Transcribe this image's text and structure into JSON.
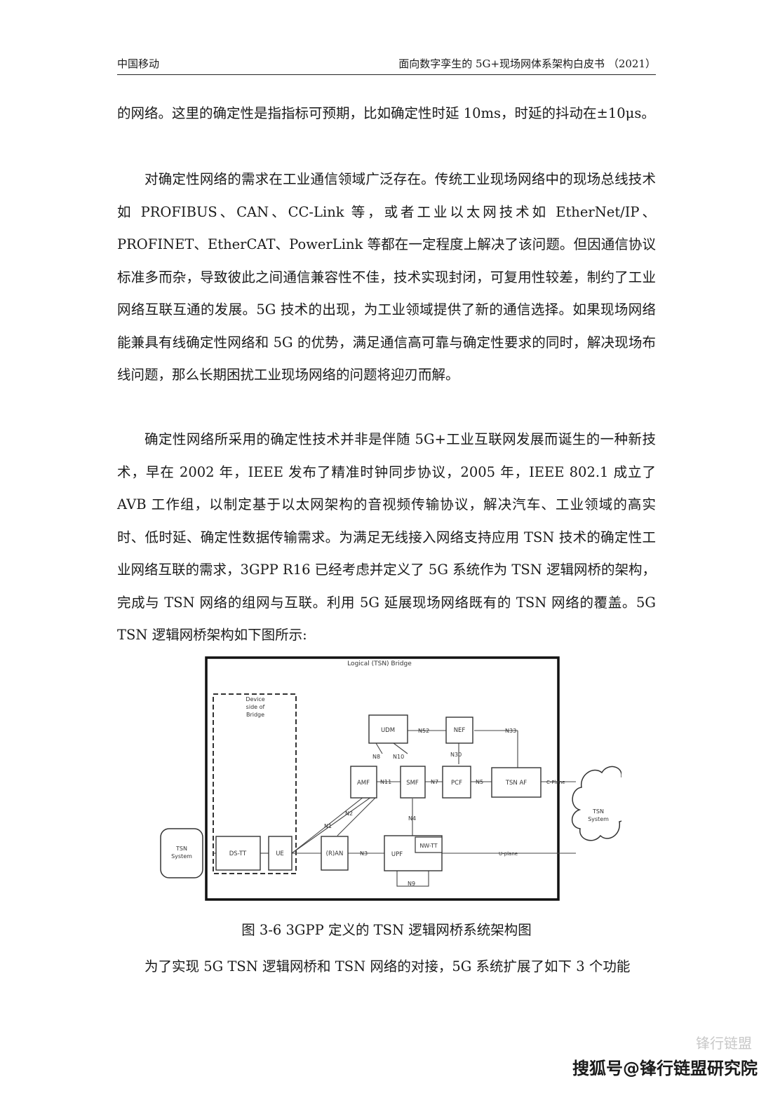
{
  "header": {
    "left": "中国移动",
    "right": "面向数字孪生的 5G+现场网体系架构白皮书 （2021）"
  },
  "paragraphs": {
    "p1": "的网络。这里的确定性是指指标可预期，比如确定性时延 10ms，时延的抖动在±10μs。",
    "p2": "对确定性网络的需求在工业通信领域广泛存在。传统工业现场网络中的现场总线技术如 PROFIBUS、CAN、CC-Link 等，或者工业以太网技术如 EtherNet/IP、PROFINET、EtherCAT、PowerLink 等都在一定程度上解决了该问题。但因通信协议标准多而杂，导致彼此之间通信兼容性不佳，技术实现封闭，可复用性较差，制约了工业网络互联互通的发展。5G 技术的出现，为工业领域提供了新的通信选择。如果现场网络能兼具有线确定性网络和 5G 的优势，满足通信高可靠与确定性要求的同时，解决现场布线问题，那么长期困扰工业现场网络的问题将迎刃而解。",
    "p3": "确定性网络所采用的确定性技术并非是伴随 5G+工业互联网发展而诞生的一种新技术，早在 2002 年，IEEE 发布了精准时钟同步协议，2005 年，IEEE 802.1 成立了 AVB 工作组，以制定基于以太网架构的音视频传输协议，解决汽车、工业领域的高实时、低时延、确定性数据传输需求。为满足无线接入网络支持应用 TSN 技术的确定性工业网络互联的需求，3GPP R16 已经考虑并定义了 5G 系统作为 TSN 逻辑网桥的架构，完成与 TSN 网络的组网与互联。利用 5G 延展现场网络既有的 TSN 网络的覆盖。5G TSN 逻辑网桥架构如下图所示:",
    "p4": "为了实现 5G TSN 逻辑网桥和 TSN 网络的对接，5G 系统扩展了如下 3 个功能"
  },
  "figure": {
    "caption": "图 3-6 3GPP 定义的 TSN 逻辑网桥系统架构图",
    "bridge_label": "Logical (TSN) Bridge",
    "device_side_label": [
      "Device",
      "side of",
      "Bridge"
    ],
    "nodes": {
      "tsn_system_left": [
        "TSN",
        "System"
      ],
      "ds_tt": "DS-TT",
      "ue": "UE",
      "ran": "(R)AN",
      "upf": "UPF",
      "nw_tt": "NW-TT",
      "amf": "AMF",
      "smf": "SMF",
      "pcf": "PCF",
      "tsn_af": "TSN AF",
      "udm": "UDM",
      "nef": "NEF",
      "tsn_system_right": [
        "TSN",
        "System"
      ]
    },
    "interfaces": {
      "n52": "N52",
      "n33": "N33",
      "n8": "N8",
      "n10": "N10",
      "n30": "N30",
      "n11": "N11",
      "n7": "N7",
      "n5": "N5",
      "n1": "N1",
      "n2": "N2",
      "n4": "N4",
      "n3": "N3",
      "n9": "N9"
    },
    "planes": {
      "c_plane": "C-Plane",
      "u_plane": "U-plane"
    }
  },
  "watermark": {
    "main": "搜狐号@锋行链盟研究院",
    "faint": "锋行链盟"
  }
}
